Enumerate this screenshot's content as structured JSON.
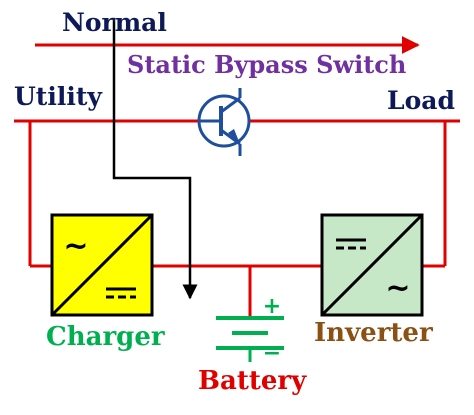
{
  "diagram": {
    "labels": {
      "normal": "Normal",
      "static_bypass_switch": "Static Bypass Switch",
      "utility": "Utility",
      "load": "Load",
      "charger": "Charger",
      "inverter": "Inverter",
      "battery": "Battery"
    },
    "symbols": {
      "charger_top": "~",
      "charger_bottom": "=",
      "inverter_top": "=",
      "inverter_bottom": "~",
      "battery_positive": "+",
      "battery_negative": "−"
    },
    "colors": {
      "normal_label": "#0d1a57",
      "utility_label": "#0d1a57",
      "load_label": "#0d1a57",
      "static_bypass_label": "#7030a0",
      "charger_label": "#00b050",
      "inverter_label": "#8a5014",
      "battery_label": "#e00000",
      "battery_symbol": "#00b050",
      "wire_red": "#e00000",
      "wire_black": "#000000",
      "transistor_blue": "#1f4e9c",
      "charger_fill": "#ffff00",
      "inverter_fill": "#c6e8c6"
    }
  }
}
